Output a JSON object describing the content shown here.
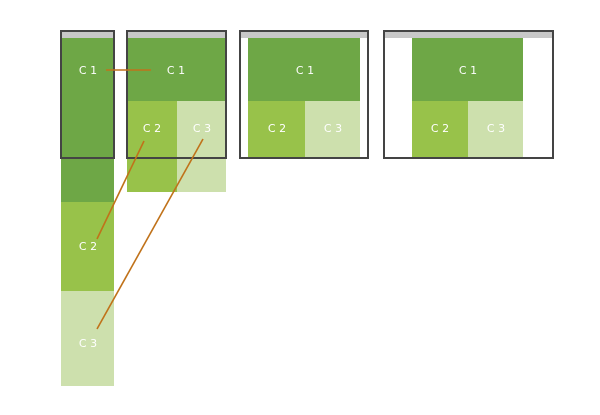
{
  "colors": {
    "column_1": "#6ea746",
    "column_2": "#98c24a",
    "column_3": "#cde0ad",
    "frame_border": "#444444",
    "frame_header": "#c8c8c8",
    "connector": "#c0721a",
    "label": "#ffffff"
  },
  "columns": [
    {
      "id": "c1",
      "label": "C 1"
    },
    {
      "id": "c2",
      "label": "C 2"
    },
    {
      "id": "c3",
      "label": "C 3"
    }
  ]
}
